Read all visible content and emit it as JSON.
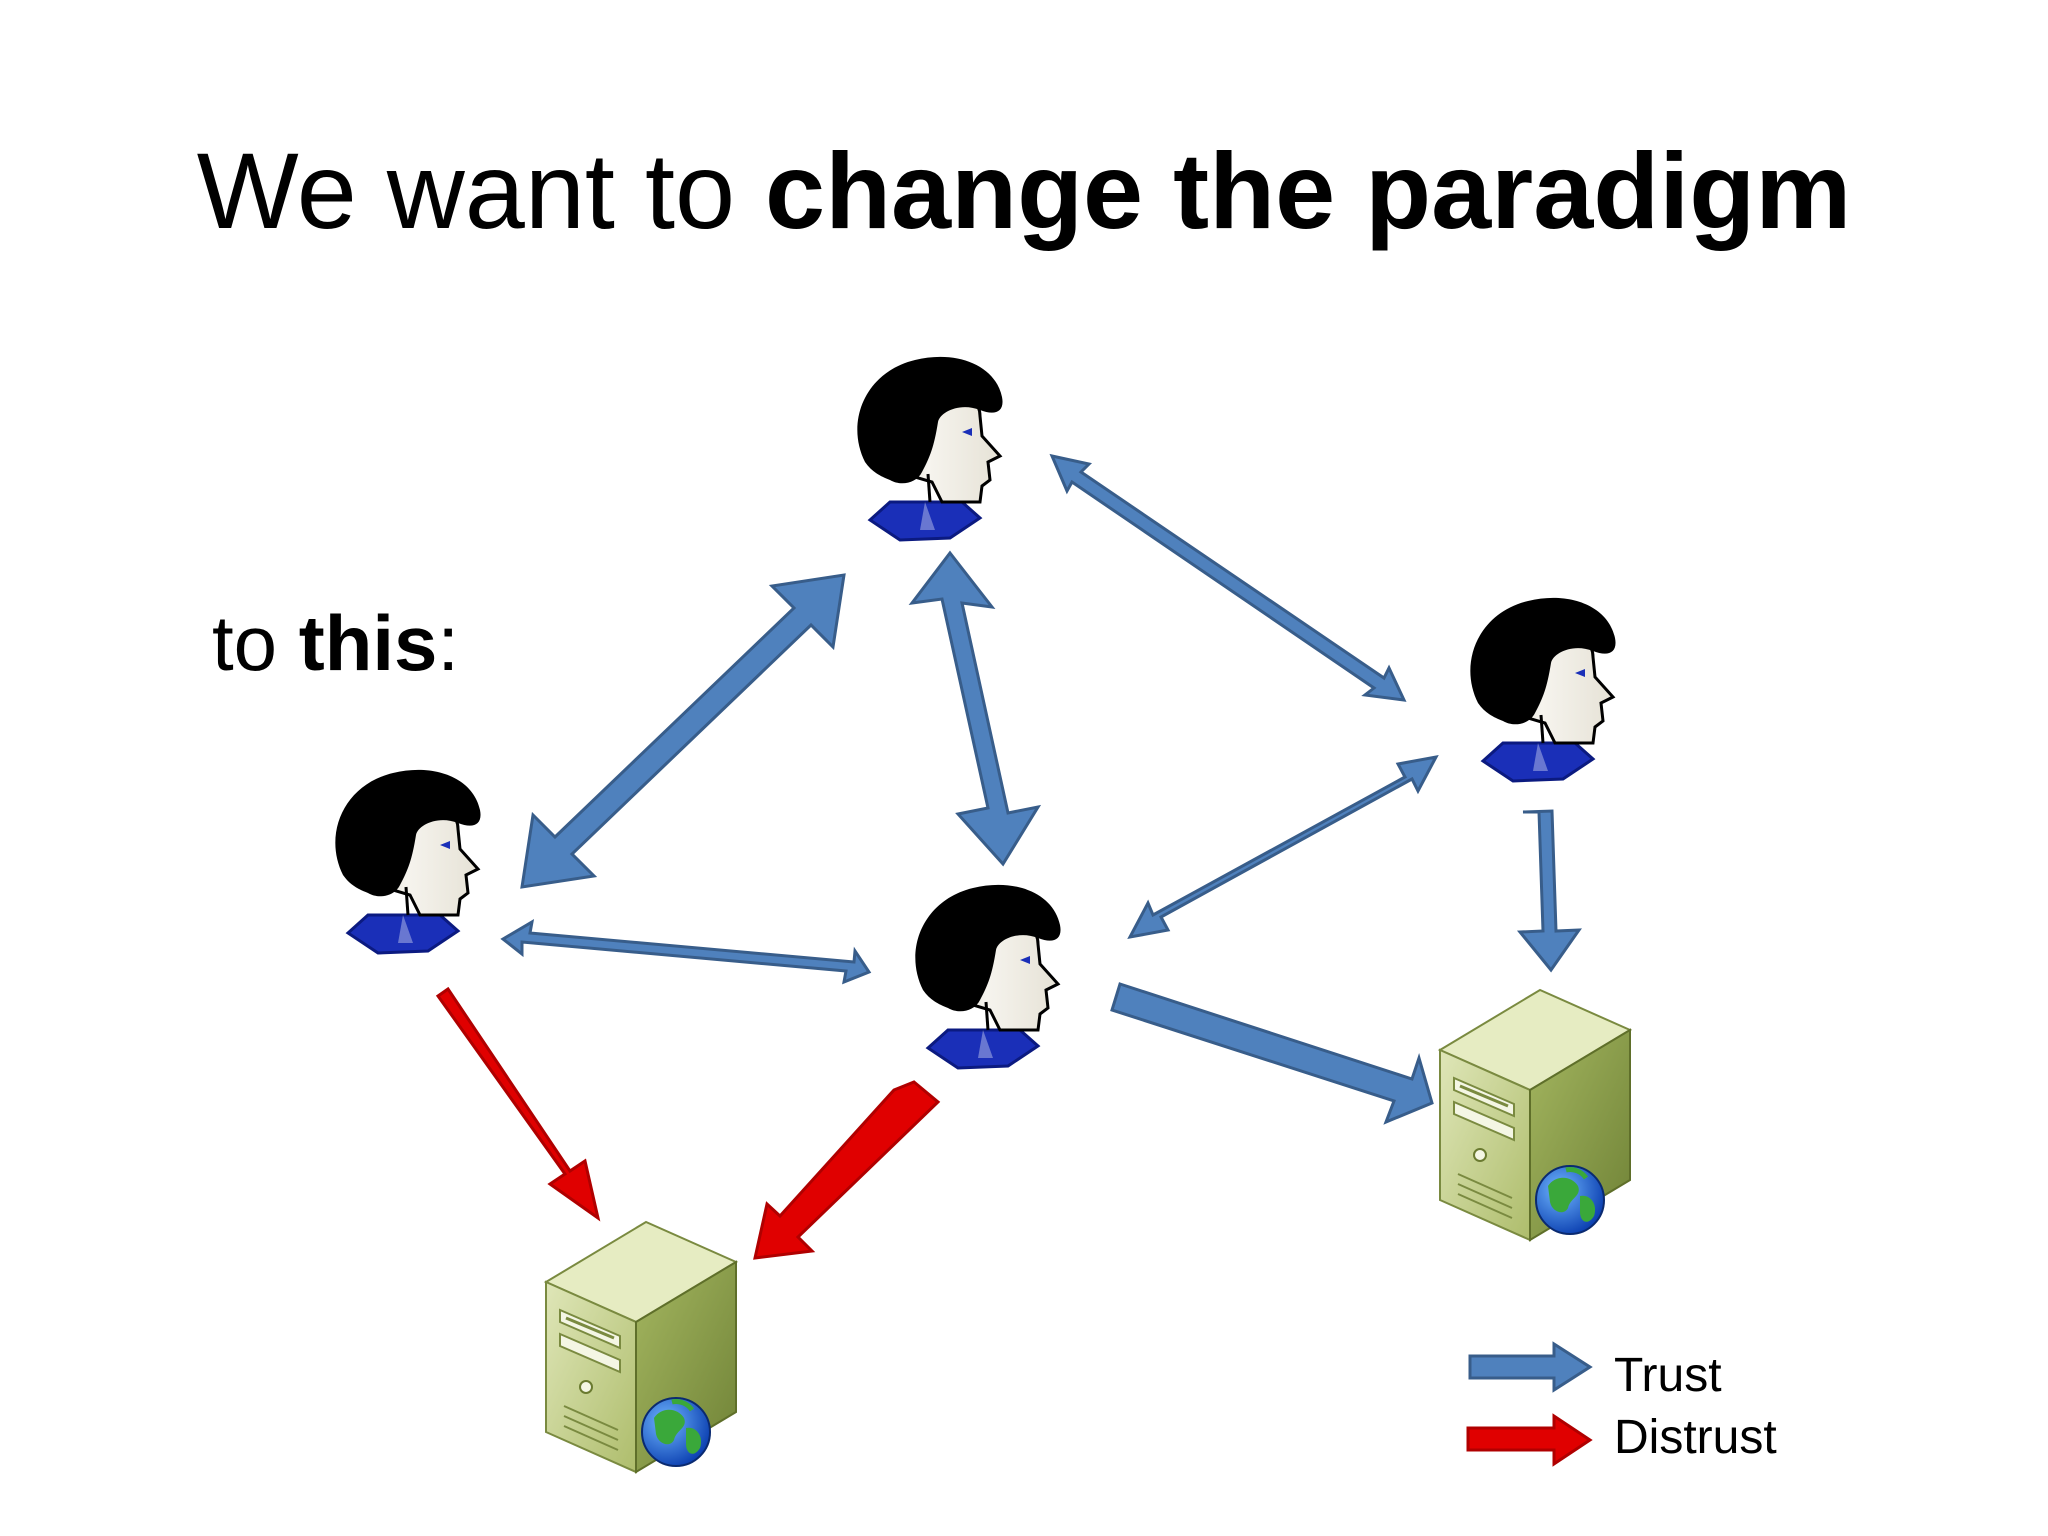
{
  "slide": {
    "title_prefix": "We want to ",
    "title_emphasis": "change the paradigm",
    "subtitle_prefix": "to ",
    "subtitle_emphasis": "this",
    "subtitle_suffix": ":"
  },
  "legend": {
    "trust_label": "Trust",
    "distrust_label": "Distrust"
  },
  "colors": {
    "trust": "#4f81bd",
    "trust_stroke": "#385d8a",
    "distrust": "#e00000",
    "distrust_stroke": "#b00000",
    "hair": "#000000",
    "face": "#f2efe6",
    "collar": "#1a2fb8",
    "server_front": "#c3cf8f",
    "server_side": "#8fa24e"
  },
  "diagram": {
    "nodes": [
      {
        "id": "person-top",
        "kind": "person-icon"
      },
      {
        "id": "person-left",
        "kind": "person-icon"
      },
      {
        "id": "person-center",
        "kind": "person-icon"
      },
      {
        "id": "person-right",
        "kind": "person-icon"
      },
      {
        "id": "server-left",
        "kind": "web-server-icon"
      },
      {
        "id": "server-right",
        "kind": "web-server-icon"
      }
    ],
    "edges": [
      {
        "from": "person-top",
        "to": "person-left",
        "relation": "trust",
        "direction": "both"
      },
      {
        "from": "person-top",
        "to": "person-center",
        "relation": "trust",
        "direction": "both"
      },
      {
        "from": "person-top",
        "to": "person-right",
        "relation": "trust",
        "direction": "both"
      },
      {
        "from": "person-left",
        "to": "person-center",
        "relation": "trust",
        "direction": "both"
      },
      {
        "from": "person-right",
        "to": "person-center",
        "relation": "trust",
        "direction": "both"
      },
      {
        "from": "person-right",
        "to": "server-right",
        "relation": "trust",
        "direction": "one-way"
      },
      {
        "from": "person-center",
        "to": "server-right",
        "relation": "trust",
        "direction": "one-way"
      },
      {
        "from": "person-left",
        "to": "server-left",
        "relation": "distrust",
        "direction": "one-way"
      },
      {
        "from": "person-center",
        "to": "server-left",
        "relation": "distrust",
        "direction": "one-way"
      }
    ]
  }
}
